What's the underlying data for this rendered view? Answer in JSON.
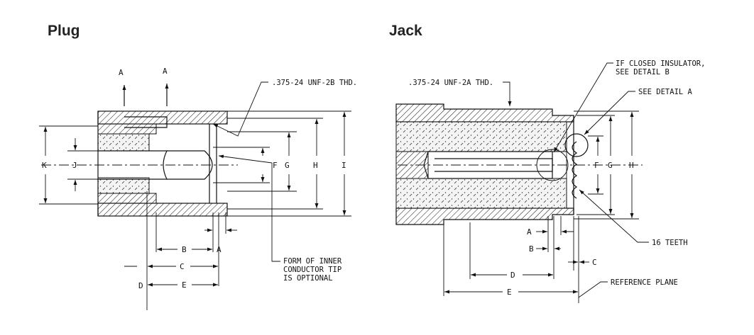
{
  "plug": {
    "title": "Plug",
    "thread_note": ".375-24 UNF-2B THD.",
    "section_labels": [
      "A",
      "A"
    ],
    "dims": {
      "A": "A",
      "B": "B",
      "C": "C",
      "D": "D",
      "E": "E",
      "F": "F",
      "G": "G",
      "H": "H",
      "I": "I",
      "J": "J",
      "K": "K"
    },
    "tip_note": [
      "FORM OF INNER",
      "CONDUCTOR TIP",
      "IS OPTIONAL"
    ]
  },
  "jack": {
    "title": "Jack",
    "thread_note": ".375-24 UNF-2A THD.",
    "insulator_note": [
      "IF CLOSED INSULATOR,",
      "SEE DETAIL B"
    ],
    "detail_note": "SEE DETAIL A",
    "teeth_note": "16 TEETH",
    "reference_note": "REFERENCE PLANE",
    "dims": {
      "A": "A",
      "B": "B",
      "C": "C",
      "D": "D",
      "E": "E",
      "F": "F",
      "G": "G",
      "H": "H"
    }
  }
}
